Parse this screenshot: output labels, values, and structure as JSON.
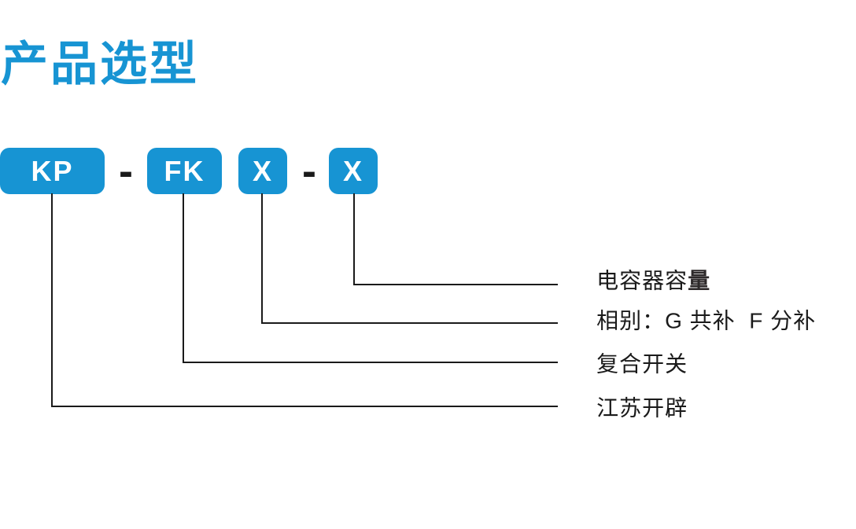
{
  "title": "产品选型",
  "colors": {
    "accent": "#1794d3",
    "line": "#1a1a1a",
    "box_text": "#ffffff"
  },
  "code_row": {
    "boxes": [
      {
        "text": "KP"
      },
      {
        "text": "FK"
      },
      {
        "text": "X"
      },
      {
        "text": "X"
      }
    ],
    "separator": "-"
  },
  "callouts": [
    {
      "text": "电容器容",
      "bold_tail": "量"
    },
    {
      "text": "相别：G 共补  F 分补",
      "bold_tail": ""
    },
    {
      "text": "复合开关",
      "bold_tail": ""
    },
    {
      "text": "江苏开辟",
      "bold_tail": ""
    }
  ]
}
